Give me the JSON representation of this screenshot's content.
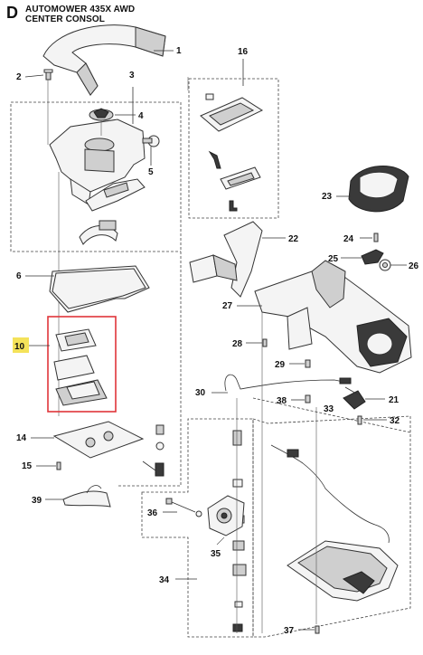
{
  "header": {
    "letter": "D",
    "title_line1": "AUTOMOWER 435X AWD",
    "title_line2": "CENTER CONSOL"
  },
  "callouts": {
    "c1": "1",
    "c2": "2",
    "c3": "3",
    "c4": "4",
    "c5": "5",
    "c6": "6",
    "c10": "10",
    "c14": "14",
    "c15": "15",
    "c16": "16",
    "c21": "21",
    "c22": "22",
    "c23": "23",
    "c24": "24",
    "c25": "25",
    "c26": "26",
    "c27": "27",
    "c28": "28",
    "c29": "29",
    "c30": "30",
    "c32": "32",
    "c33": "33",
    "c34": "34",
    "c35": "35",
    "c36": "36",
    "c37": "37",
    "c38": "38",
    "c39": "39"
  },
  "colors": {
    "highlight_box": "#e0353a",
    "highlight_label": "#f4e25a"
  }
}
